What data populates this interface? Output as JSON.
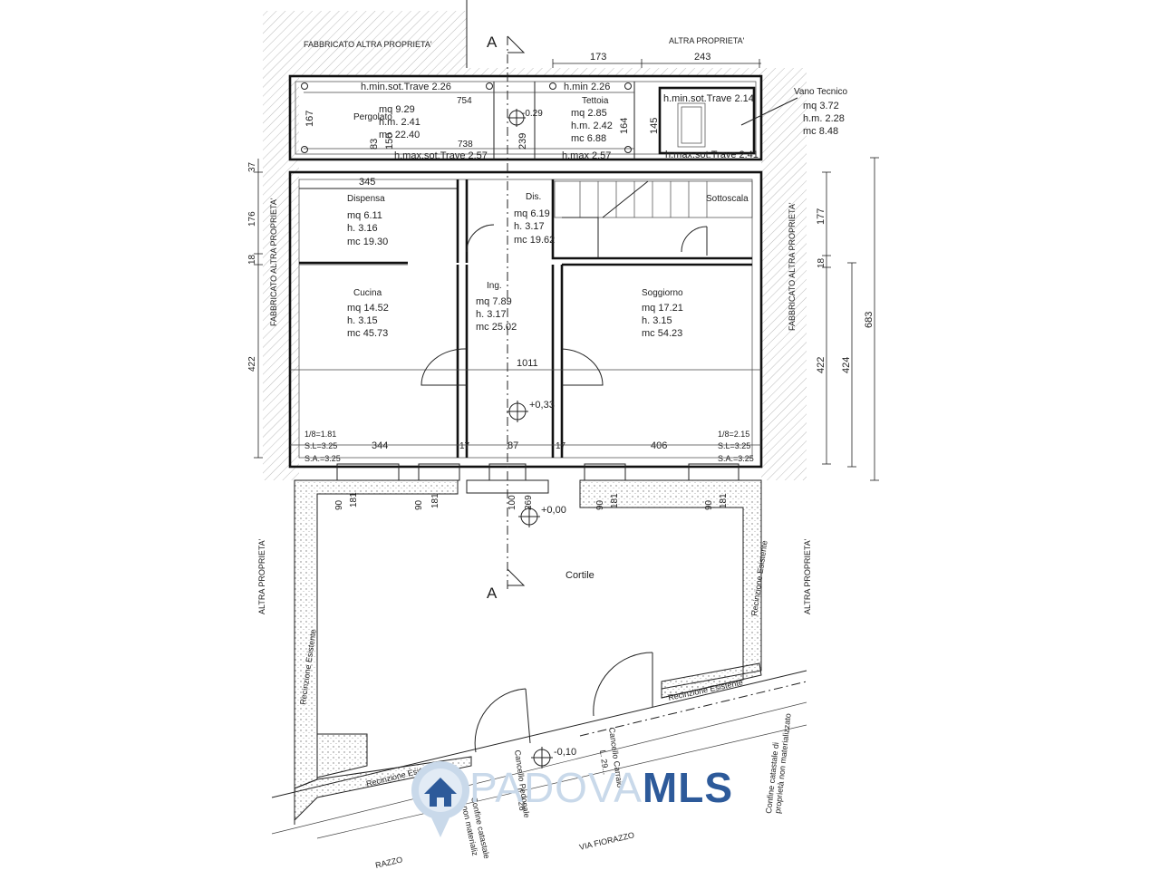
{
  "labels": {
    "fabbricato_top": "FABBRICATO ALTRA PROPRIETA'",
    "altra_top": "ALTRA PROPRIETA'",
    "fabbricato_left": "FABBRICATO ALTRA PROPRIETA'",
    "fabbricato_right": "FABBRICATO ALTRA PROPRIETA'",
    "altra_left": "ALTRA PROPRIETA'",
    "altra_right": "ALTRA PROPRIETA'",
    "section_top": "A",
    "section_bottom": "A",
    "via": "VIA FIORAZZO",
    "via2": "RAZZO",
    "cortile": "Cortile",
    "recinzione_left": "Recinzione Esistente",
    "recinzione_right": "Recinzione Esistente",
    "recinzione_bottom_right": "Recinzione Esistente",
    "recinzione_bottom_left": "Recinzione Esistente",
    "confine_right": "Confine catastale di",
    "confine_right2": "proprietà non materializzato",
    "confine_left": "Confine catastale",
    "confine_left2": "non materializ",
    "cancello_pedonale": "Cancello Pedonale",
    "cancello_pedonale_l": "L. 126",
    "cancello_carraio": "Cancello Carraio",
    "cancello_carraio_l": "L. 29..."
  },
  "top_strip": {
    "hmin_trave_a": "h.min.sot.Trave  2.26",
    "hmin_b": "h.min  2.26",
    "hmin_trave_c": "h.min.sot.Trave  2.14",
    "hmax_trave_a": "h.max.sot.Trave  2.57",
    "hmax_b": "h.max  2.57",
    "hmax_trave_c": "h.max.sot.Trave  2.41",
    "d754": "754",
    "d738": "738",
    "d239": "239",
    "d145": "145",
    "d164": "164",
    "d167": "167",
    "d83": "83",
    "d150": "150",
    "d173": "173",
    "d243": "243",
    "lev": "-0.29"
  },
  "rooms": {
    "pergolato": {
      "name": "Pergolato",
      "mq": "mq  9.29",
      "h": "h.m.  2.41",
      "mc": "mc  22.40"
    },
    "tettoia": {
      "name": "Tettoia",
      "mq": "mq  2.85",
      "h": "h.m.  2.42",
      "mc": "mc  6.88"
    },
    "vano": {
      "name": "Vano Tecnico",
      "mq": "mq  3.72",
      "h": "h.m.  2.28",
      "mc": "mc  8.48"
    },
    "dispensa": {
      "name": "Dispensa",
      "mq": "mq  6.11",
      "h": "h.  3.16",
      "mc": "mc  19.30"
    },
    "dis": {
      "name": "Dis.",
      "mq": "mq  6.19",
      "h": "h.  3.17",
      "mc": "mc  19.62"
    },
    "sottoscala": {
      "name": "Sottoscala"
    },
    "cucina": {
      "name": "Cucina",
      "mq": "mq  14.52",
      "h": "h.  3.15",
      "mc": "mc  45.73"
    },
    "ing": {
      "name": "Ing.",
      "mq": "mq  7.89",
      "h": "h.  3.17",
      "mc": "mc  25.02"
    },
    "soggiorno": {
      "name": "Soggiorno",
      "mq": "mq  17.21",
      "h": "h.  3.15",
      "mc": "mc  54.23"
    }
  },
  "dims": {
    "d345": "345",
    "d1011": "1011",
    "d344": "344",
    "d17a": "17",
    "d87": "87",
    "d17b": "17",
    "d406": "406",
    "d177": "177",
    "d18": "18",
    "d422": "422",
    "d424": "424",
    "d683": "683",
    "l176": "176",
    "l18": "18",
    "l422": "422",
    "l37": "37",
    "b90a": "90",
    "b181a": "181",
    "b90b": "90",
    "b181b": "181",
    "b100": "100",
    "b269": "269",
    "b90c": "90",
    "b181c": "181",
    "b90d": "90",
    "b181d": "181"
  },
  "ratios": {
    "left_rp": "1/8=1.81",
    "left_sl": "S.L=3.25",
    "left_sa": "S.A.=3.25",
    "right_rp": "1/8=2.15",
    "right_sl": "S.L=3.25",
    "right_sa": "S.A.=3.25"
  },
  "levels": {
    "ingresso": "+0,33",
    "cortile": "+0,00",
    "strada": "-0,10"
  },
  "logo": {
    "part1": "PADOVA",
    "part2": "MLS"
  },
  "colors": {
    "ink": "#222222",
    "logo_light": "#c9d9ea",
    "logo_dark": "#2d5a9a"
  }
}
